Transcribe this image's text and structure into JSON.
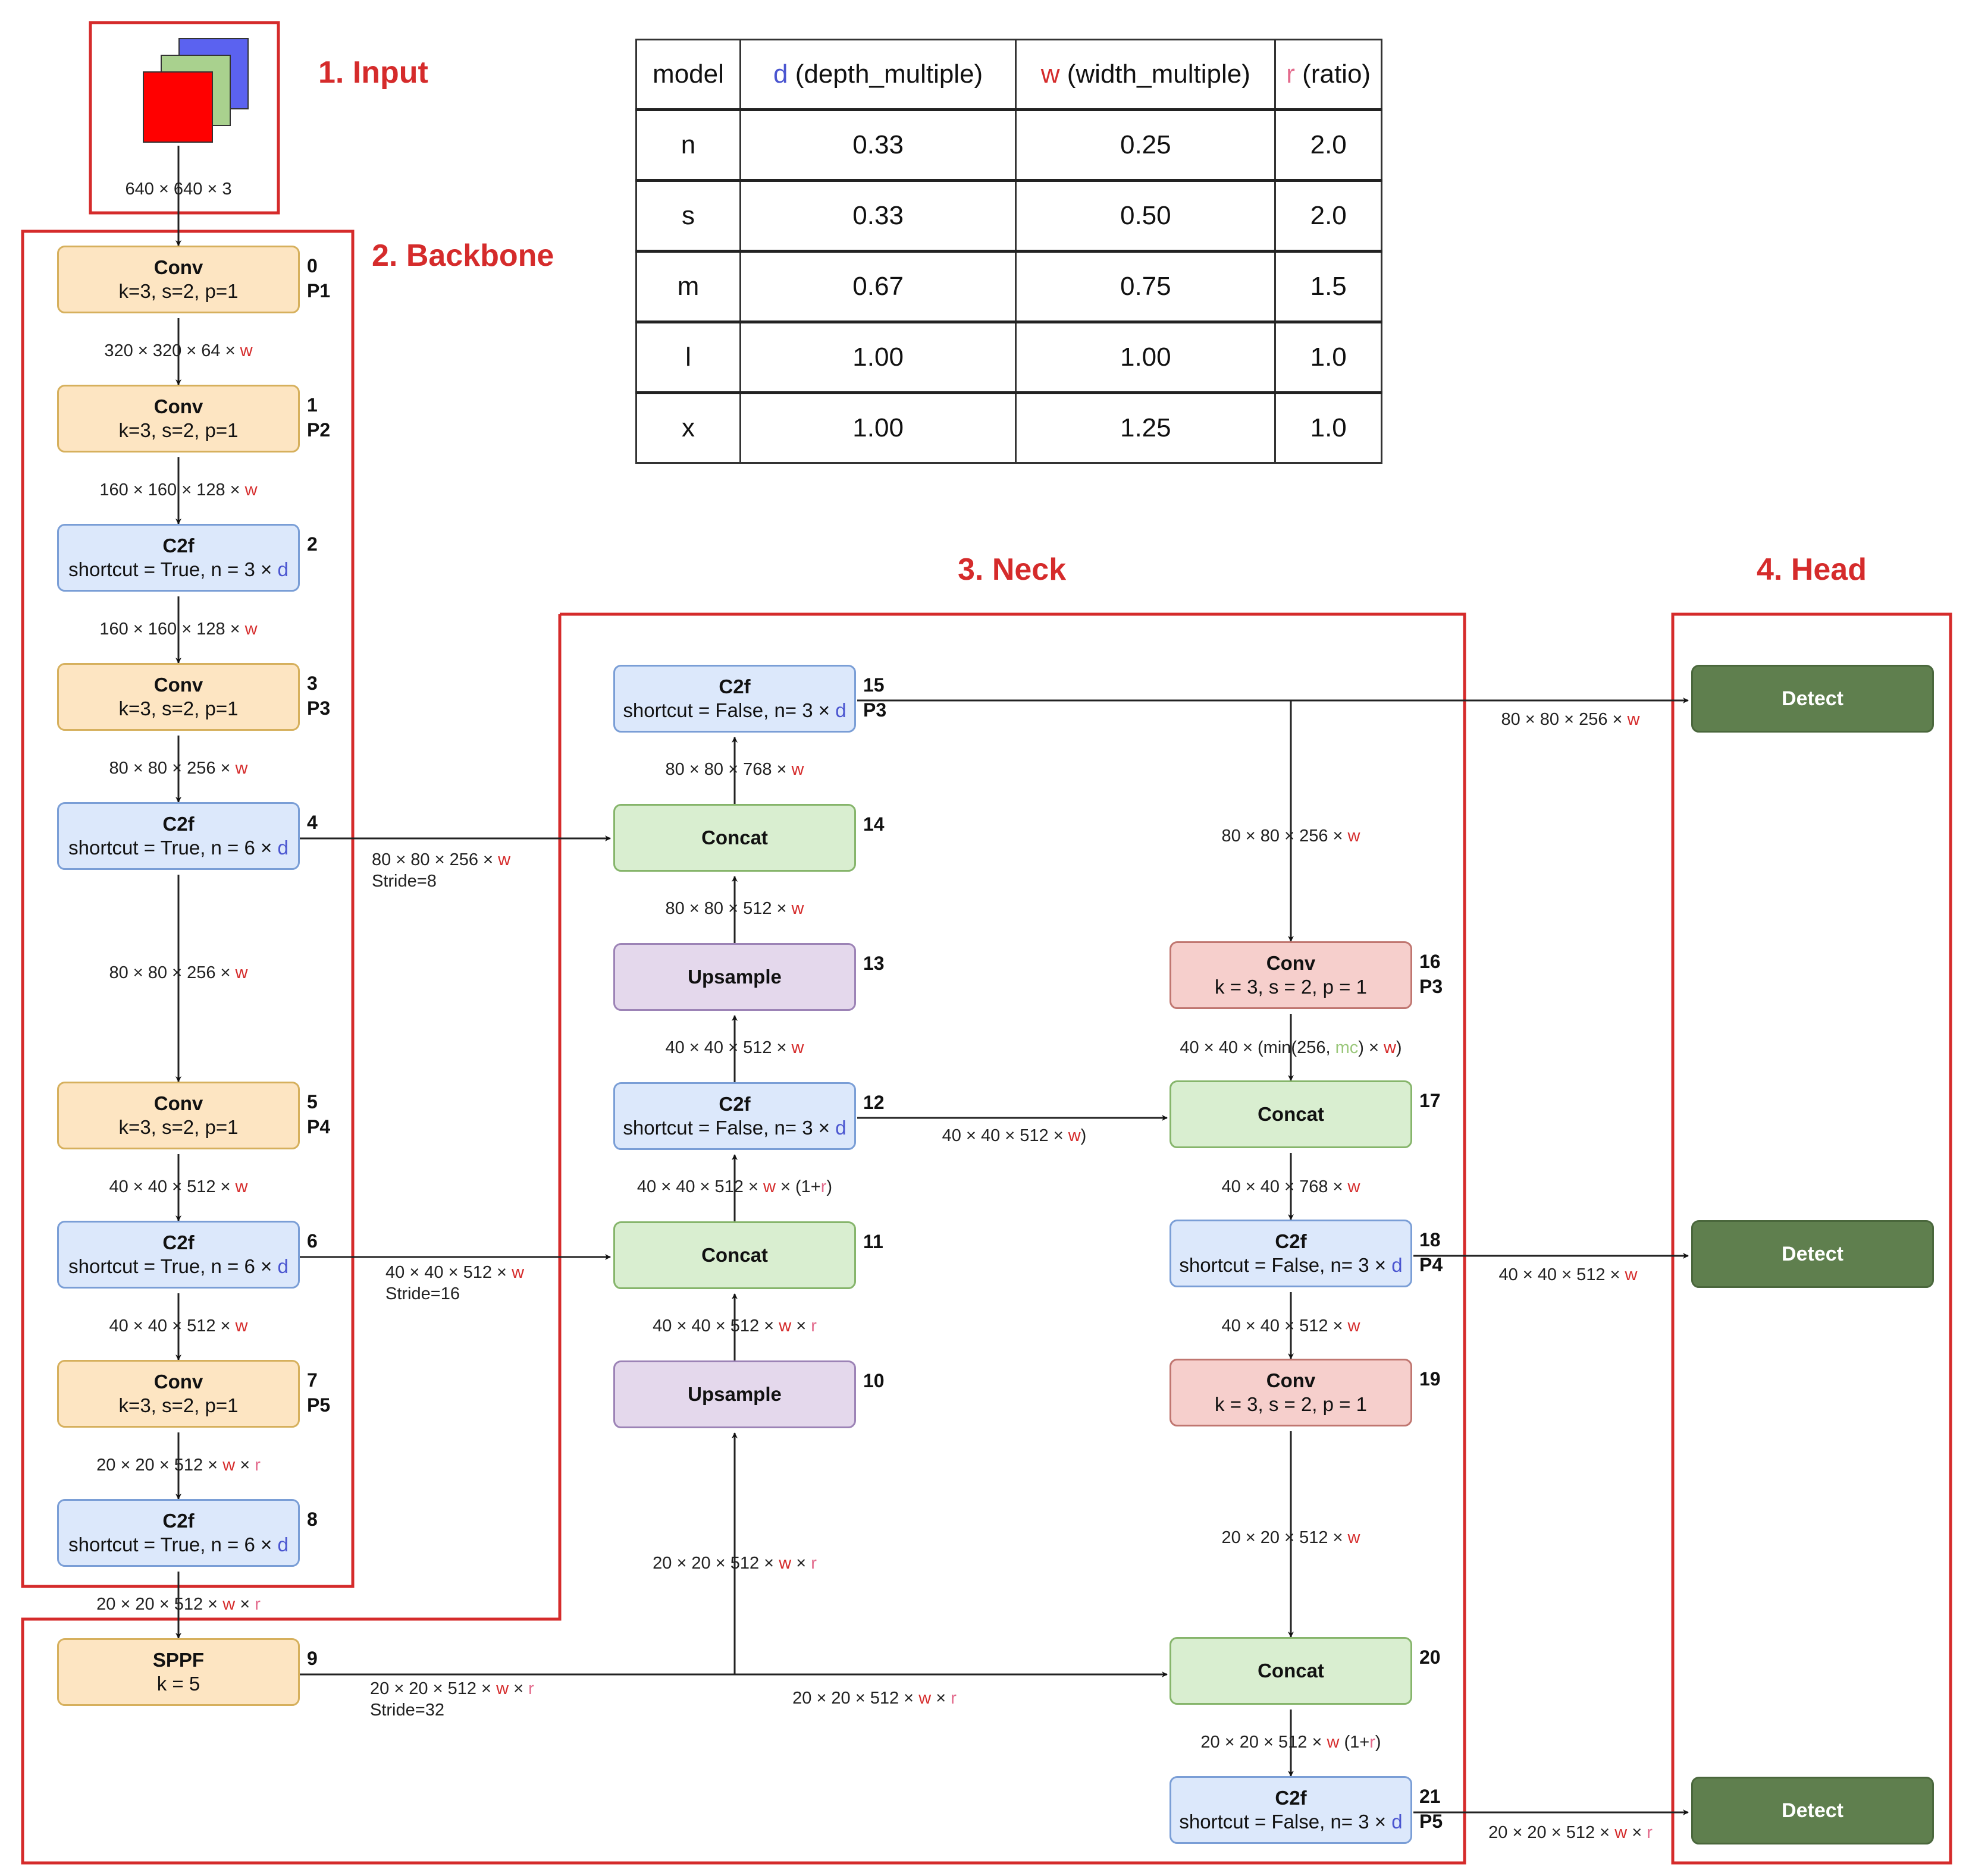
{
  "sections": {
    "input": "1. Input",
    "backbone": "2. Backbone",
    "neck": "3. Neck",
    "head": "4. Head"
  },
  "config_table": {
    "headers": [
      {
        "letter": "",
        "rest": "model"
      },
      {
        "letter": "d",
        "rest": " (depth_multiple)"
      },
      {
        "letter": "w",
        "rest": " (width_multiple)"
      },
      {
        "letter": "r",
        "rest": " (ratio)"
      }
    ],
    "rows": [
      [
        "n",
        "0.33",
        "0.25",
        "2.0"
      ],
      [
        "s",
        "0.33",
        "0.50",
        "2.0"
      ],
      [
        "m",
        "0.67",
        "0.75",
        "1.5"
      ],
      [
        "l",
        "1.00",
        "1.00",
        "1.0"
      ],
      [
        "x",
        "1.00",
        "1.25",
        "1.0"
      ]
    ]
  },
  "colors": {
    "section_red": "#d52b2b",
    "w_red": "#d52b2b",
    "d_blue": "#4a55d0",
    "r_pink": "#e36a8c",
    "mc_green": "#9ac77a",
    "input_channels": [
      "#ff0000",
      "#a9d18e",
      "#5b62f0"
    ]
  },
  "input_icon": "rgb-input-channels-icon",
  "blocks": [
    {
      "id": "b0",
      "title": "Conv",
      "params": [
        "k=3, s=2, p=1"
      ],
      "idx": "0",
      "tag": "P1",
      "kind": "conv"
    },
    {
      "id": "b1",
      "title": "Conv",
      "params": [
        "k=3, s=2, p=1"
      ],
      "idx": "1",
      "tag": "P2",
      "kind": "conv"
    },
    {
      "id": "b2",
      "title": "C2f",
      "params": [
        "shortcut = True, n = 3 × ",
        "d"
      ],
      "idx": "2",
      "tag": "",
      "kind": "c2f"
    },
    {
      "id": "b3",
      "title": "Conv",
      "params": [
        "k=3, s=2, p=1"
      ],
      "idx": "3",
      "tag": "P3",
      "kind": "conv"
    },
    {
      "id": "b4",
      "title": "C2f",
      "params": [
        "shortcut = True, n = 6 × ",
        "d"
      ],
      "idx": "4",
      "tag": "",
      "kind": "c2f"
    },
    {
      "id": "b5",
      "title": "Conv",
      "params": [
        "k=3, s=2, p=1"
      ],
      "idx": "5",
      "tag": "P4",
      "kind": "conv"
    },
    {
      "id": "b6",
      "title": "C2f",
      "params": [
        "shortcut = True, n = 6 × ",
        "d"
      ],
      "idx": "6",
      "tag": "",
      "kind": "c2f"
    },
    {
      "id": "b7",
      "title": "Conv",
      "params": [
        "k=3, s=2, p=1"
      ],
      "idx": "7",
      "tag": "P5",
      "kind": "conv"
    },
    {
      "id": "b8",
      "title": "C2f",
      "params": [
        "shortcut = True, n = 6 × ",
        "d"
      ],
      "idx": "8",
      "tag": "",
      "kind": "c2f"
    },
    {
      "id": "b9",
      "title": "SPPF",
      "params": [
        "k = 5"
      ],
      "idx": "9",
      "tag": "",
      "kind": "conv"
    },
    {
      "id": "b10",
      "title": "Upsample",
      "params": [],
      "idx": "10",
      "tag": "",
      "kind": "up"
    },
    {
      "id": "b11",
      "title": "Concat",
      "params": [],
      "idx": "11",
      "tag": "",
      "kind": "cat"
    },
    {
      "id": "b12",
      "title": "C2f",
      "params": [
        "shortcut = False, n= 3 × ",
        "d"
      ],
      "idx": "12",
      "tag": "",
      "kind": "c2f"
    },
    {
      "id": "b13",
      "title": "Upsample",
      "params": [],
      "idx": "13",
      "tag": "",
      "kind": "up"
    },
    {
      "id": "b14",
      "title": "Concat",
      "params": [],
      "idx": "14",
      "tag": "",
      "kind": "cat"
    },
    {
      "id": "b15",
      "title": "C2f",
      "params": [
        "shortcut = False, n= 3 × ",
        "d"
      ],
      "idx": "15",
      "tag": "P3",
      "kind": "c2f"
    },
    {
      "id": "b16",
      "title": "Conv",
      "params": [
        "k = 3, s = 2, p = 1"
      ],
      "idx": "16",
      "tag": "P3",
      "kind": "nconv"
    },
    {
      "id": "b17",
      "title": "Concat",
      "params": [],
      "idx": "17",
      "tag": "",
      "kind": "cat"
    },
    {
      "id": "b18",
      "title": "C2f",
      "params": [
        "shortcut = False, n= 3 × ",
        "d"
      ],
      "idx": "18",
      "tag": "P4",
      "kind": "c2f"
    },
    {
      "id": "b19",
      "title": "Conv",
      "params": [
        "k = 3, s = 2, p = 1"
      ],
      "idx": "19",
      "tag": "",
      "kind": "nconv"
    },
    {
      "id": "b20",
      "title": "Concat",
      "params": [],
      "idx": "20",
      "tag": "",
      "kind": "cat"
    },
    {
      "id": "b21",
      "title": "C2f",
      "params": [
        "shortcut = False, n= 3 × ",
        "d"
      ],
      "idx": "21",
      "tag": "P5",
      "kind": "c2f"
    },
    {
      "id": "d1",
      "title": "Detect",
      "params": [],
      "idx": "",
      "tag": "",
      "kind": "det"
    },
    {
      "id": "d2",
      "title": "Detect",
      "params": [],
      "idx": "",
      "tag": "",
      "kind": "det"
    },
    {
      "id": "d3",
      "title": "Detect",
      "params": [],
      "idx": "",
      "tag": "",
      "kind": "det"
    }
  ],
  "edge_labels": [
    {
      "id": "e_in",
      "parts": [
        [
          "640 × 640 × 3",
          ""
        ]
      ]
    },
    {
      "id": "e0",
      "parts": [
        [
          "320 × 320 × 64 × ",
          ""
        ],
        [
          "w",
          "w"
        ]
      ]
    },
    {
      "id": "e1",
      "parts": [
        [
          "160 × 160 × 128 × ",
          ""
        ],
        [
          "w",
          "w"
        ]
      ]
    },
    {
      "id": "e2",
      "parts": [
        [
          "160 × 160 × 128 × ",
          ""
        ],
        [
          "w",
          "w"
        ]
      ]
    },
    {
      "id": "e3",
      "parts": [
        [
          "80 × 80 × 256 × ",
          ""
        ],
        [
          "w",
          "w"
        ]
      ]
    },
    {
      "id": "e4",
      "parts": [
        [
          "80 × 80 × 256 × ",
          ""
        ],
        [
          "w",
          "w"
        ]
      ]
    },
    {
      "id": "e4s",
      "parts": [
        [
          "80 × 80 × 256 × ",
          ""
        ],
        [
          "w",
          "w"
        ]
      ],
      "sub": "Stride=8"
    },
    {
      "id": "e5",
      "parts": [
        [
          "40 × 40 × 512 × ",
          ""
        ],
        [
          "w",
          "w"
        ]
      ]
    },
    {
      "id": "e6",
      "parts": [
        [
          "40 × 40 × 512 × ",
          ""
        ],
        [
          "w",
          "w"
        ]
      ]
    },
    {
      "id": "e6s",
      "parts": [
        [
          "40 × 40 × 512 × ",
          ""
        ],
        [
          "w",
          "w"
        ]
      ],
      "sub": "Stride=16"
    },
    {
      "id": "e7",
      "parts": [
        [
          "20 × 20 × 512 × ",
          ""
        ],
        [
          "w",
          "w"
        ],
        [
          " × ",
          ""
        ],
        [
          "r",
          "r"
        ]
      ]
    },
    {
      "id": "e8",
      "parts": [
        [
          "20 × 20 × 512 × ",
          ""
        ],
        [
          "w",
          "w"
        ],
        [
          " × ",
          ""
        ],
        [
          "r",
          "r"
        ]
      ]
    },
    {
      "id": "e9s",
      "parts": [
        [
          "20 × 20 × 512 × ",
          ""
        ],
        [
          "w",
          "w"
        ],
        [
          " × ",
          ""
        ],
        [
          "r",
          "r"
        ]
      ],
      "sub": "Stride=32"
    },
    {
      "id": "e9up",
      "parts": [
        [
          "20 × 20 × 512 × ",
          ""
        ],
        [
          "w",
          "w"
        ],
        [
          " × ",
          ""
        ],
        [
          "r",
          "r"
        ]
      ]
    },
    {
      "id": "e9r",
      "parts": [
        [
          "20 × 20 × 512 × ",
          ""
        ],
        [
          "w",
          "w"
        ],
        [
          " × ",
          ""
        ],
        [
          "r",
          "r"
        ]
      ]
    },
    {
      "id": "e10",
      "parts": [
        [
          "40 × 40 × 512 × ",
          ""
        ],
        [
          "w",
          "w"
        ],
        [
          " × ",
          ""
        ],
        [
          "r",
          "r"
        ]
      ]
    },
    {
      "id": "e11",
      "parts": [
        [
          "40 × 40 × 512 × ",
          ""
        ],
        [
          "w",
          "w"
        ],
        [
          " × (1+",
          ""
        ],
        [
          "r",
          "r"
        ],
        [
          ")",
          ""
        ]
      ]
    },
    {
      "id": "e12",
      "parts": [
        [
          "40 × 40 × 512 × ",
          ""
        ],
        [
          "w",
          "w"
        ]
      ]
    },
    {
      "id": "e12r",
      "parts": [
        [
          "40 × 40 × 512 × ",
          ""
        ],
        [
          "w",
          "w"
        ],
        [
          ")",
          ""
        ]
      ]
    },
    {
      "id": "e13",
      "parts": [
        [
          "80 × 80 × 512 × ",
          ""
        ],
        [
          "w",
          "w"
        ]
      ]
    },
    {
      "id": "e14",
      "parts": [
        [
          "80 × 80 × 768 × ",
          ""
        ],
        [
          "w",
          "w"
        ]
      ]
    },
    {
      "id": "e15d",
      "parts": [
        [
          "80 × 80 × 256 × ",
          ""
        ],
        [
          "w",
          "w"
        ]
      ]
    },
    {
      "id": "e15h",
      "parts": [
        [
          "80 × 80 × 256 × ",
          ""
        ],
        [
          "w",
          "w"
        ]
      ]
    },
    {
      "id": "e16",
      "parts": [
        [
          "40 × 40 × (min(256, ",
          ""
        ],
        [
          "mc",
          "mc"
        ],
        [
          ") × ",
          ""
        ],
        [
          "w",
          "w"
        ],
        [
          ")",
          ""
        ]
      ]
    },
    {
      "id": "e17",
      "parts": [
        [
          "40 × 40 × 768 × ",
          ""
        ],
        [
          "w",
          "w"
        ]
      ]
    },
    {
      "id": "e18h",
      "parts": [
        [
          "40 × 40 × 512 × ",
          ""
        ],
        [
          "w",
          "w"
        ]
      ]
    },
    {
      "id": "e18",
      "parts": [
        [
          "40 × 40 × 512 × ",
          ""
        ],
        [
          "w",
          "w"
        ]
      ]
    },
    {
      "id": "e19",
      "parts": [
        [
          "20 × 20 × 512 × ",
          ""
        ],
        [
          "w",
          "w"
        ]
      ]
    },
    {
      "id": "e20",
      "parts": [
        [
          "20 × 20 × 512 × ",
          ""
        ],
        [
          "w",
          "w"
        ],
        [
          " (1+",
          ""
        ],
        [
          "r",
          "r"
        ],
        [
          ")",
          ""
        ]
      ]
    },
    {
      "id": "e21h",
      "parts": [
        [
          "20 × 20 × 512 × ",
          ""
        ],
        [
          "w",
          "w"
        ],
        [
          " × ",
          ""
        ],
        [
          "r",
          "r"
        ]
      ]
    }
  ]
}
